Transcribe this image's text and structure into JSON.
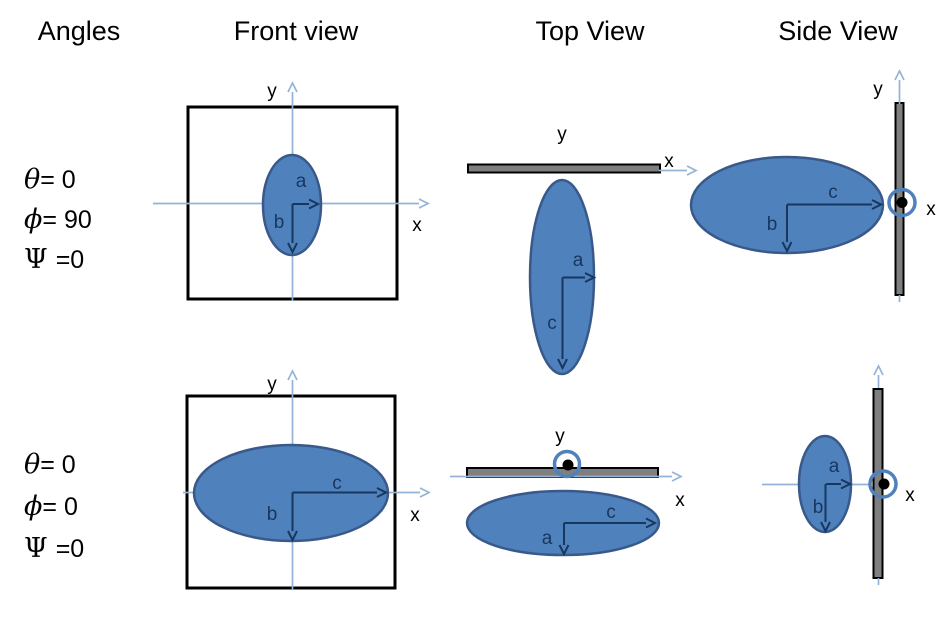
{
  "colors": {
    "ellipse-fill": "#4f81bd",
    "ellipse-stroke": "#38598a",
    "axis-line": "#95b3d7",
    "dimension": "#17375e",
    "screen-bar-fill": "#7f7f7f",
    "screen-bar-stroke": "#000000",
    "text": "#000000"
  },
  "headers": {
    "angles": "Angles",
    "front": "Front view",
    "top": "Top View",
    "side": "Side View"
  },
  "rows": [
    {
      "angle_lines": [
        {
          "symbol": "θ",
          "rest": "= 0"
        },
        {
          "symbol": "ϕ",
          "rest": "= 90"
        },
        {
          "symbol": "Ψ",
          "rest": "=0"
        }
      ],
      "front": {
        "y_axis": "y",
        "x_axis": "x",
        "h_dim": "a",
        "v_dim": "b"
      },
      "top": {
        "y_axis": "y",
        "x_axis": "x",
        "h_dim": "a",
        "v_dim": "c"
      },
      "side": {
        "y_axis": "y",
        "x_axis": "x",
        "h_dim": "c",
        "v_dim": "b"
      }
    },
    {
      "angle_lines": [
        {
          "symbol": "θ",
          "rest": "= 0"
        },
        {
          "symbol": "ϕ",
          "rest": "= 0"
        },
        {
          "symbol": "Ψ",
          "rest": "=0"
        }
      ],
      "front": {
        "y_axis": "y",
        "x_axis": "x",
        "h_dim": "c",
        "v_dim": "b"
      },
      "top": {
        "y_axis": "y",
        "x_axis": "x",
        "h_dim": "c",
        "v_dim": "a"
      },
      "side": {
        "x_axis": "x",
        "h_dim": "a",
        "v_dim": "b"
      }
    }
  ]
}
